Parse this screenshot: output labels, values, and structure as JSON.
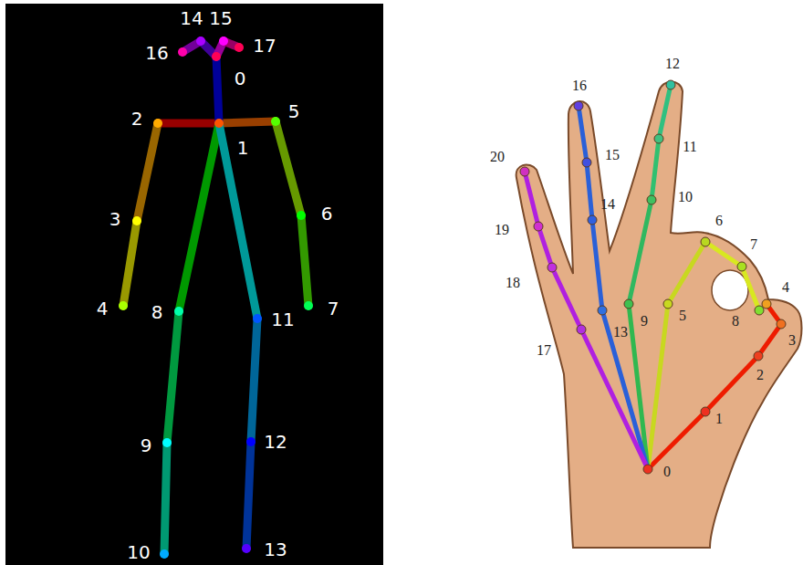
{
  "diagram": {
    "labels": [
      "14",
      "15",
      "16",
      "17",
      "0",
      "2",
      "1",
      "5",
      "3",
      "6",
      "4",
      "8",
      "11",
      "7",
      "9",
      "12",
      "10",
      "13",
      "12",
      "16",
      "11",
      "20",
      "15",
      "10",
      "6",
      "14",
      "7",
      "19",
      "4",
      "18",
      "9",
      "5",
      "8",
      "13",
      "3",
      "17",
      "2",
      "1",
      "0"
    ]
  }
}
